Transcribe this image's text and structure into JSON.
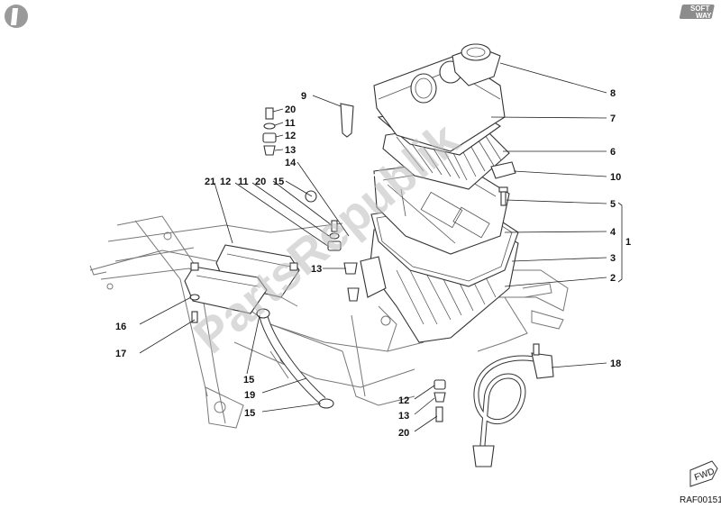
{
  "labels": [
    "9",
    "20",
    "11",
    "12",
    "13",
    "14",
    "15",
    "20",
    "11",
    "12",
    "21",
    "8",
    "7",
    "6",
    "10",
    "5",
    "4",
    "3",
    "2",
    "1",
    "13",
    "16",
    "17",
    "15",
    "19",
    "15",
    "18",
    "12",
    "13",
    "20"
  ],
  "drawing_code": "RAF00151",
  "fwd_label": "FWD",
  "brand": {
    "line1": "SOFT",
    "line2": "WAY"
  },
  "watermark": "PartsRepublik"
}
